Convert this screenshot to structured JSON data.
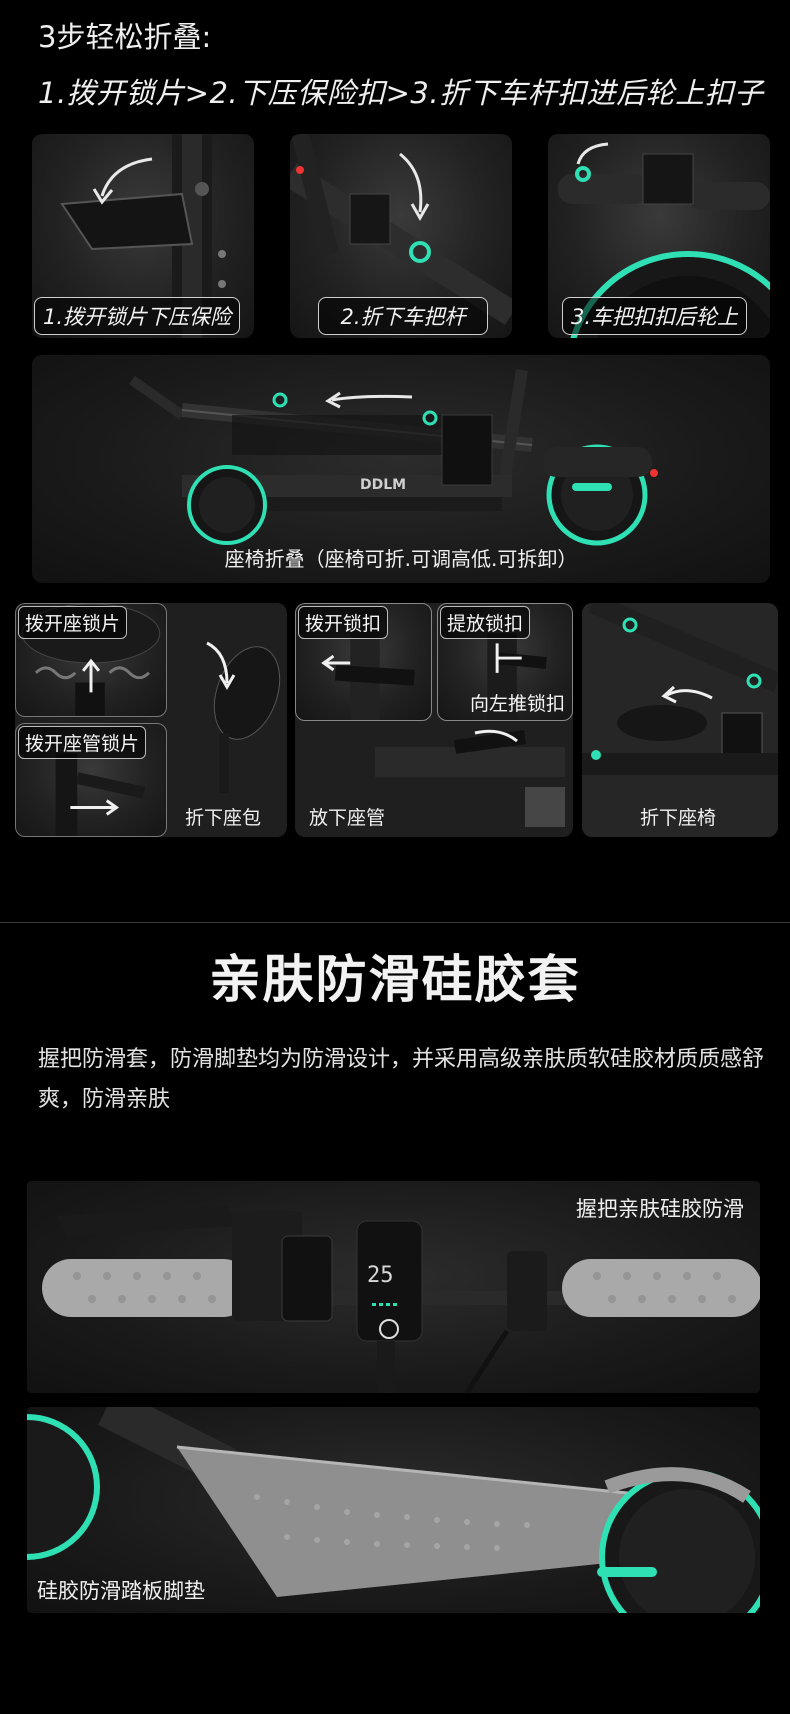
{
  "header": {
    "title": "3步轻松折叠:",
    "steps_line": "1.拨开锁片>2.下压保险扣>3.折下车杆扣进后轮上扣子"
  },
  "fold_steps": [
    {
      "caption": "1.拨开锁片下压保险"
    },
    {
      "caption": "2.折下车把杆"
    },
    {
      "caption": "3.车把扣扣后轮上"
    }
  ],
  "folded_scooter": {
    "caption": "座椅折叠（座椅可折.可调高低.可拆卸）",
    "brand_mark": "DDLM"
  },
  "seat_steps": {
    "unlock_seat_lock": "拨开座锁片",
    "unlock_post_lock": "拨开座管锁片",
    "fold_seat_bag": "折下座包",
    "unlock_buckle": "拨开锁扣",
    "lift_buckle": "提放锁扣",
    "push_left": "向左推锁扣",
    "lower_post": "放下座管",
    "fold_seat": "折下座椅"
  },
  "silicone_section": {
    "title": "亲肤防滑硅胶套",
    "description": "握把防滑套，防滑脚垫均为防滑设计，并采用高级亲肤质软硅胶材质质感舒爽，防滑亲肤",
    "grip_label": "握把亲肤硅胶防滑",
    "footpad_label": "硅胶防滑踏板脚垫",
    "display_speed": "25"
  },
  "colors": {
    "background": "#000000",
    "accent": "#2fe0b4",
    "panel": "#262626"
  }
}
